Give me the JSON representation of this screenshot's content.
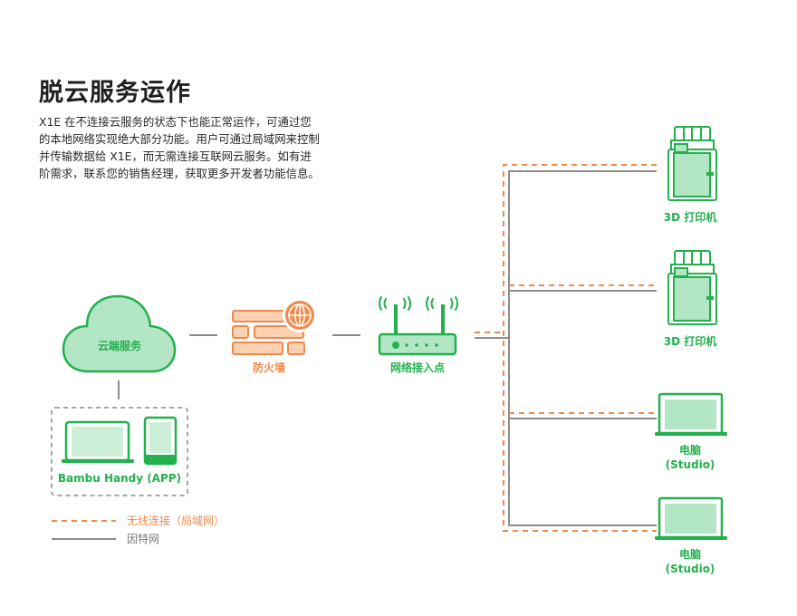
{
  "header": {
    "title": "脱云服务运作",
    "description_lines": [
      "X1E 在不连接云服务的状态下也能正常运作，可通过您",
      "的本地网络实现绝大部分功能。用户可通过局域网来控制",
      "并传输数据给 X1E，而无需连接互联网云服务。如有进",
      "阶需求，联系您的销售经理，获取更多开发者功能信息。"
    ]
  },
  "nodes": {
    "cloud": {
      "label": "云端服务",
      "icon": "cloud-icon"
    },
    "app": {
      "label": "Bambu Handy (APP)",
      "icon": "laptop-phone-icon"
    },
    "firewall": {
      "label": "防火墙",
      "icon": "firewall-icon"
    },
    "router": {
      "label": "网络接入点",
      "icon": "router-icon"
    },
    "devices": [
      {
        "line1": "3D 打印机",
        "line2": "",
        "icon": "printer-icon"
      },
      {
        "line1": "3D 打印机",
        "line2": "",
        "icon": "printer-icon"
      },
      {
        "line1": "电脑",
        "line2": "(Studio)",
        "icon": "laptop-icon"
      },
      {
        "line1": "电脑",
        "line2": "(Studio)",
        "icon": "laptop-icon"
      }
    ]
  },
  "legend": [
    {
      "label": "无线连接（局域网）",
      "style": "dashed",
      "color": "#f08a4b"
    },
    {
      "label": "因特网",
      "style": "solid",
      "color": "#8c8c8c"
    }
  ],
  "colors": {
    "green": "#22b14c",
    "green_fill": "#b3e6c4",
    "orange": "#f08a4b",
    "orange_fill": "#fbd1b3",
    "gray_line": "#8c8c8c"
  }
}
